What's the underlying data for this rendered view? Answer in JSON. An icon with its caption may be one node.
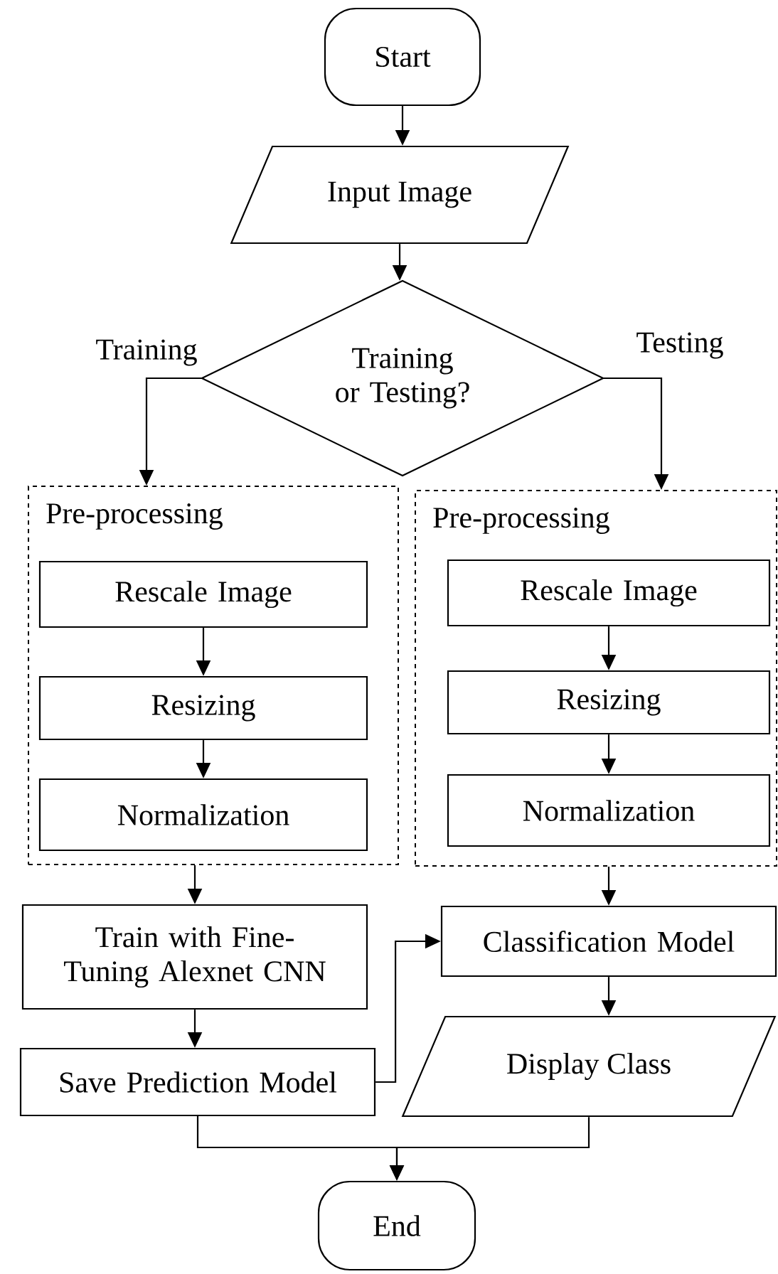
{
  "diagram": {
    "nodes": [
      {
        "text": [
          "Start"
        ]
      },
      {
        "text": [
          "Input Image"
        ]
      },
      {
        "text": [
          "Training or Testing?"
        ]
      },
      {
        "text": [
          "Pre-processing"
        ]
      },
      {
        "text": [
          "Rescale Image"
        ],
        "in": 3
      },
      {
        "text": [
          "Resizing"
        ],
        "in": 3
      },
      {
        "text": [
          "Normalization"
        ],
        "in": 3
      },
      {
        "text": [
          "Pre-processing"
        ]
      },
      {
        "text": [
          "Rescale Image"
        ],
        "in": 7
      },
      {
        "text": [
          "Resizing"
        ],
        "in": 7
      },
      {
        "text": [
          "Normalization"
        ],
        "in": 7
      },
      {
        "text": [
          "Train with Fine-Tuning Alexnet CNN"
        ]
      },
      {
        "text": [
          "Save Prediction Model"
        ]
      },
      {
        "text": [
          "Classification Model"
        ]
      },
      {
        "text": [
          "Display Class"
        ]
      },
      {
        "text": [
          "End"
        ]
      }
    ],
    "edges": [
      {
        "from": 0,
        "to": 1,
        "arrow": "to"
      },
      {
        "from": 1,
        "to": 2,
        "arrow": "to"
      },
      {
        "from": 2,
        "to": 3,
        "arrow": "to",
        "label": "Training"
      },
      {
        "from": 2,
        "to": 7,
        "arrow": "to",
        "label": "Testing"
      },
      {
        "from": 4,
        "to": 5,
        "arrow": "to"
      },
      {
        "from": 5,
        "to": 6,
        "arrow": "to"
      },
      {
        "from": 8,
        "to": 9,
        "arrow": "to"
      },
      {
        "from": 9,
        "to": 10,
        "arrow": "to"
      },
      {
        "from": 3,
        "to": 11,
        "arrow": "to"
      },
      {
        "from": 7,
        "to": 13,
        "arrow": "to"
      },
      {
        "from": 11,
        "to": 12,
        "arrow": "to"
      },
      {
        "from": 12,
        "to": 13,
        "arrow": "to"
      },
      {
        "from": 13,
        "to": 14,
        "arrow": "to"
      },
      {
        "from": 12,
        "to": 15,
        "arrow": "to"
      },
      {
        "from": 14,
        "to": 15,
        "arrow": "to"
      }
    ]
  }
}
